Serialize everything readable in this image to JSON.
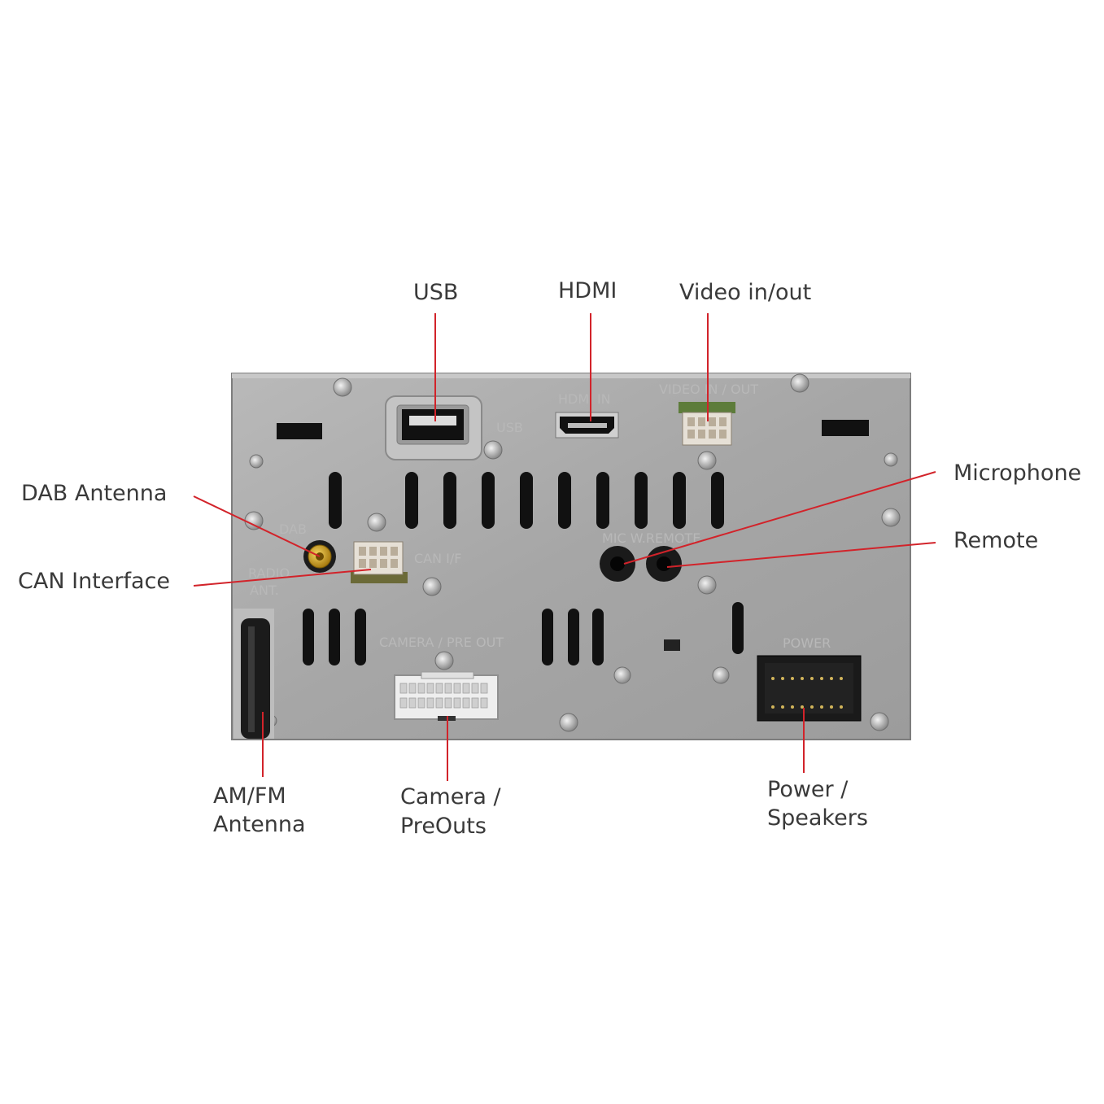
{
  "callouts": {
    "usb": "USB",
    "hdmi": "HDMI",
    "video": "Video in/out",
    "microphone": "Microphone",
    "remote": "Remote",
    "dab": "DAB Antenna",
    "can": "CAN Interface",
    "amfm": [
      "AM/FM",
      "Antenna"
    ],
    "camera": [
      "Camera /",
      "PreOuts"
    ],
    "power": [
      "Power /",
      "Speakers"
    ]
  },
  "panel_markings": {
    "usb": "USB",
    "hdmi_in": "HDMI IN",
    "video_in_out": "VIDEO IN / OUT",
    "dab": "DAB",
    "radio_ant": [
      "RADIO",
      "ANT."
    ],
    "can_if": "CAN I/F",
    "mic_remote": "MIC  W.REMOTE",
    "camera_preout": "CAMERA / PRE OUT",
    "power": "POWER"
  },
  "colors": {
    "leader_line": "#d2232a",
    "panel": "#a9a9a9",
    "label_text": "#3a3a3a"
  }
}
